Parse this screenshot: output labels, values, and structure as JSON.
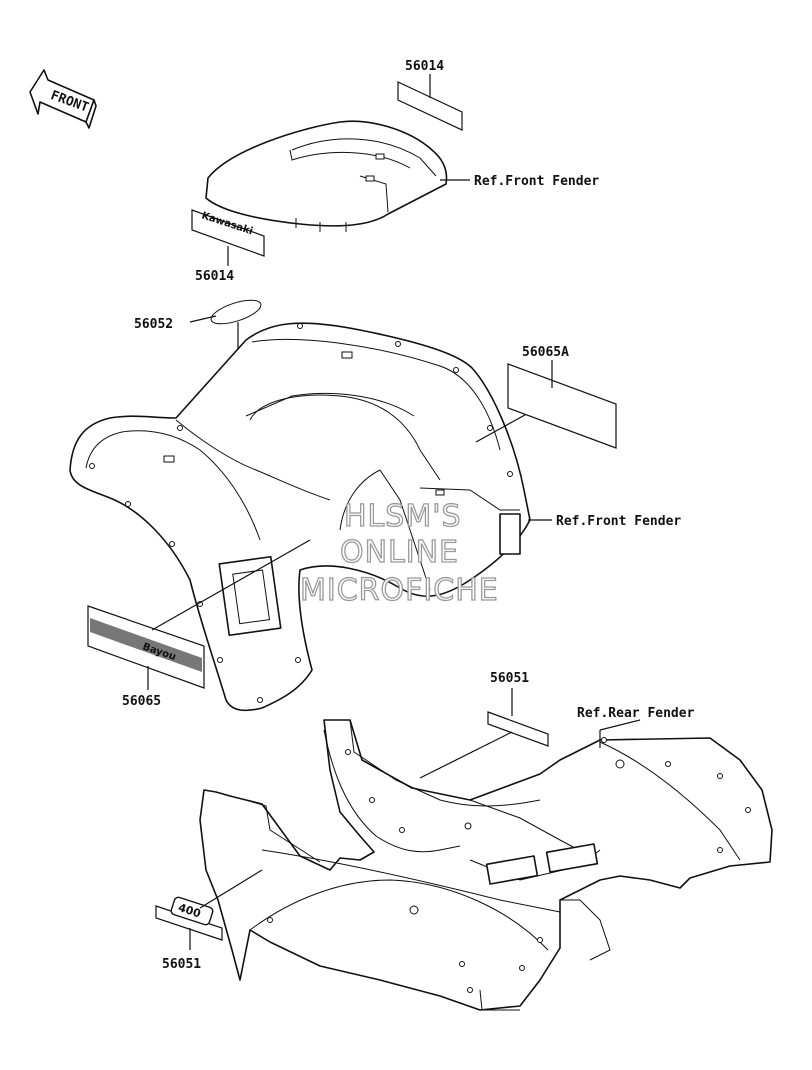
{
  "front_arrow": {
    "label": "FRONT"
  },
  "callouts": {
    "top_decal": "56014",
    "ref_front_fender_top": "Ref.Front Fender",
    "kawasaki_decal_label": "56014",
    "kawasaki_decal_text": "Kawasaki",
    "oval_emblem": "56052",
    "side_decal_a": "56065A",
    "ref_front_fender_mid": "Ref.Front Fender",
    "side_decal": "56065",
    "side_decal_text": "Bayou",
    "rear_decal": "56051",
    "ref_rear_fender": "Ref.Rear Fender",
    "rear_emblem": "56051",
    "rear_emblem_text": "400"
  },
  "watermark": {
    "line1": "HLSM'S",
    "line2": "ONLINE",
    "line3": "MICROFICHE"
  }
}
